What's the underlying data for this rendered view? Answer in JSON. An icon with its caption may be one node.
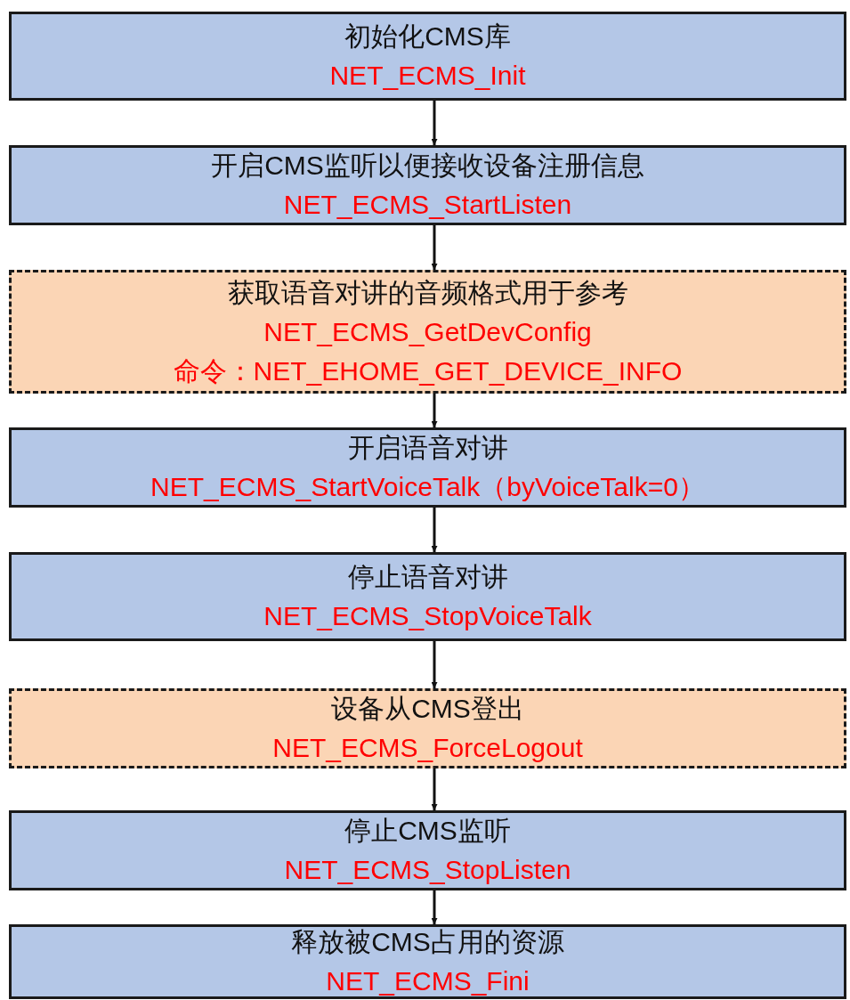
{
  "diagram": {
    "nodes": [
      {
        "text": [
          "初始化CMS库",
          "NET_ECMS_Init"
        ]
      },
      {
        "text": [
          "开启CMS监听以便接收设备注册信息",
          "NET_ECMS_StartListen"
        ]
      },
      {
        "text": [
          "获取语音对讲的音频格式用于参考",
          "NET_ECMS_GetDevConfig",
          "命令：NET_EHOME_GET_DEVICE_INFO"
        ]
      },
      {
        "text": [
          "开启语音对讲",
          "NET_ECMS_StartVoiceTalk（byVoiceTalk=0）"
        ]
      },
      {
        "text": [
          "停止语音对讲",
          "NET_ECMS_StopVoiceTalk"
        ]
      },
      {
        "text": [
          "设备从CMS登出",
          "NET_ECMS_ForceLogout"
        ]
      },
      {
        "text": [
          "停止CMS监听",
          "NET_ECMS_StopListen"
        ]
      },
      {
        "text": [
          "释放被CMS占用的资源",
          "NET_ECMS_Fini"
        ]
      }
    ],
    "edges": [
      {
        "from": 0,
        "to": 1,
        "arrow": "to"
      },
      {
        "from": 1,
        "to": 2,
        "arrow": "to"
      },
      {
        "from": 2,
        "to": 3,
        "arrow": "to"
      },
      {
        "from": 3,
        "to": 4,
        "arrow": "to"
      },
      {
        "from": 4,
        "to": 5,
        "arrow": "to"
      },
      {
        "from": 5,
        "to": 6,
        "arrow": "to"
      },
      {
        "from": 6,
        "to": 7,
        "arrow": "to"
      }
    ]
  }
}
